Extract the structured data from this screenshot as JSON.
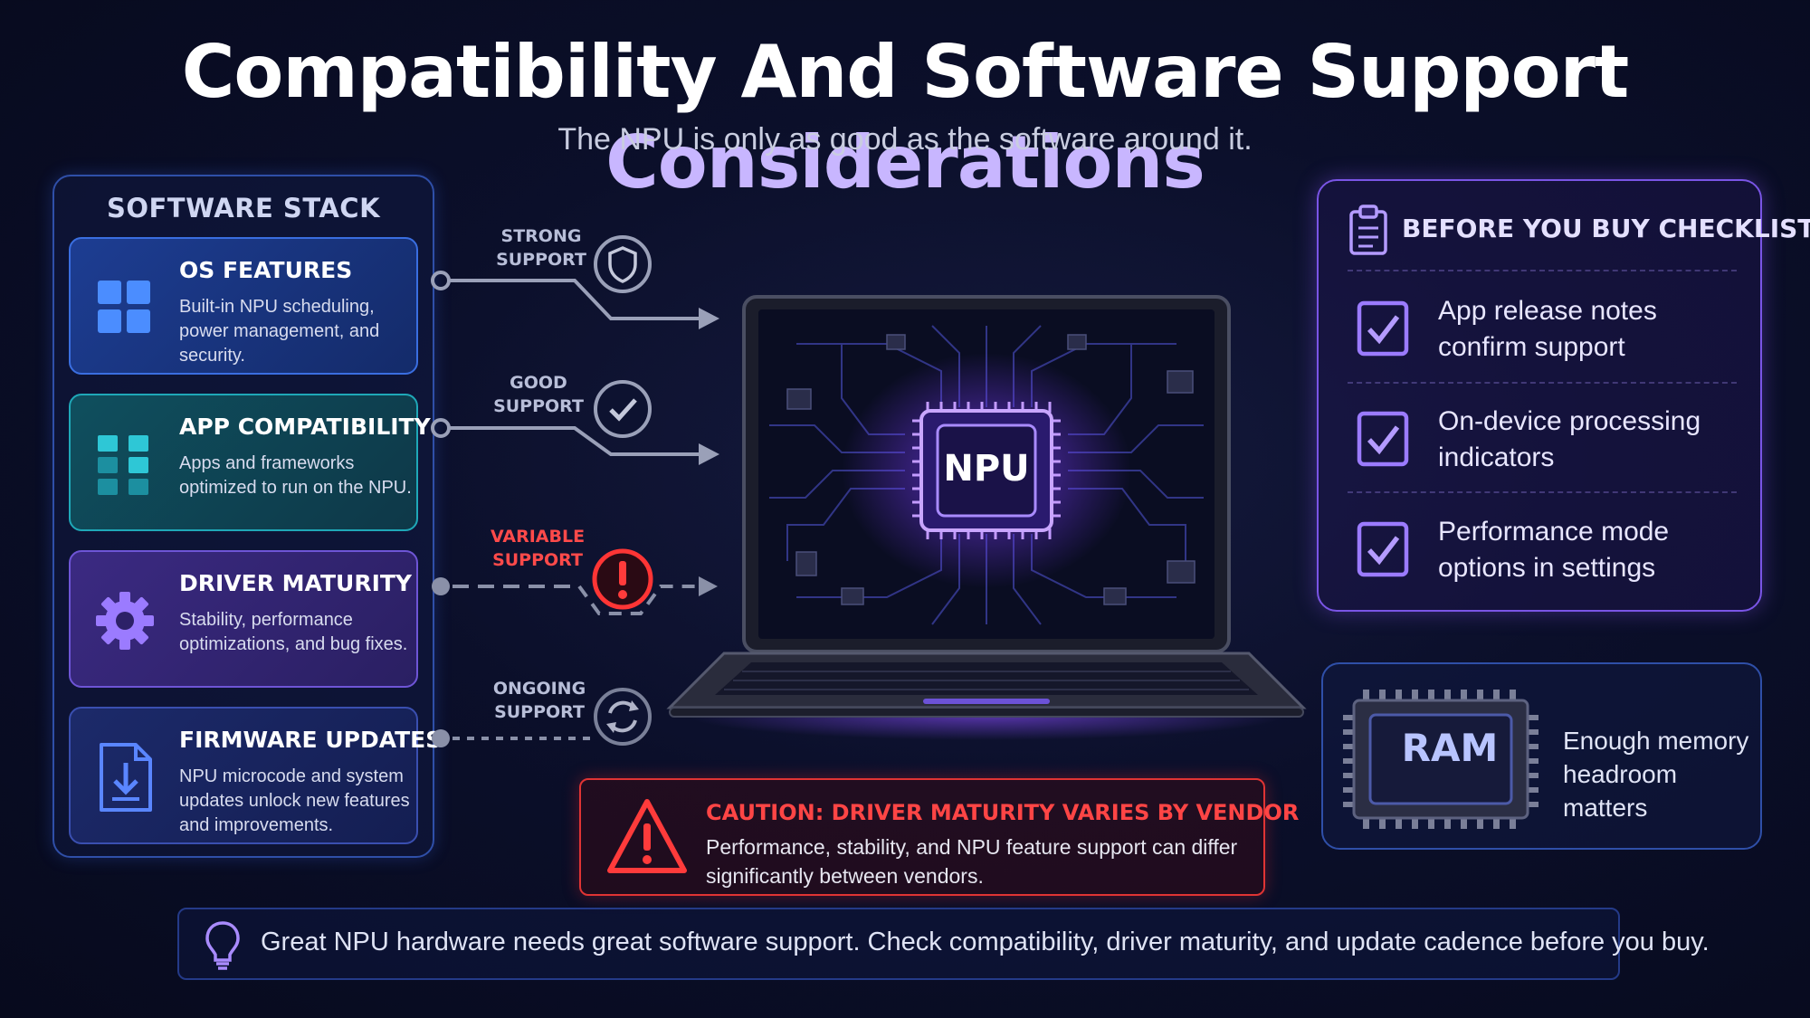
{
  "header": {
    "title_main": "Compatibility And Software Support ",
    "title_accent": "Considerations",
    "subtitle": "The NPU is only as good as the software around it."
  },
  "stack": {
    "title": "SOFTWARE STACK",
    "cards": [
      {
        "title": "OS FEATURES",
        "desc": "Built-in NPU scheduling, power management, and security.",
        "icon": "windows-grid-icon"
      },
      {
        "title": "APP COMPATIBILITY",
        "desc": "Apps and frameworks optimized to run on the NPU.",
        "icon": "apps-grid-icon"
      },
      {
        "title": "DRIVER MATURITY",
        "desc": "Stability, performance optimizations, and bug fixes.",
        "icon": "gear-icon"
      },
      {
        "title": "FIRMWARE UPDATES",
        "desc": "NPU microcode and system updates unlock new features and improvements.",
        "icon": "download-file-icon"
      }
    ]
  },
  "connectors": [
    {
      "label_1": "STRONG",
      "label_2": "SUPPORT",
      "icon": "shield-icon"
    },
    {
      "label_1": "GOOD",
      "label_2": "SUPPORT",
      "icon": "check-circle-icon"
    },
    {
      "label_1": "VARIABLE",
      "label_2": "SUPPORT",
      "icon": "exclamation-icon"
    },
    {
      "label_1": "ONGOING",
      "label_2": "SUPPORT",
      "icon": "refresh-icon"
    }
  ],
  "laptop": {
    "chip_label": "NPU"
  },
  "checklist": {
    "title": "BEFORE YOU BUY CHECKLIST",
    "items": [
      {
        "line1": "App release notes",
        "line2": "confirm support"
      },
      {
        "line1": "On-device processing",
        "line2": "indicators"
      },
      {
        "line1": "Performance mode",
        "line2": "options in settings"
      }
    ]
  },
  "ram": {
    "label": "RAM",
    "text": "Enough memory headroom matters"
  },
  "caution": {
    "title": "CAUTION: DRIVER MATURITY VARIES BY VENDOR",
    "text": "Performance, stability, and NPU feature support can differ significantly between vendors."
  },
  "footer": {
    "text": "Great NPU hardware needs great software support. Check compatibility, driver maturity, and update cadence before you buy."
  },
  "colors": {
    "accent_purple": "#c8b6ff",
    "caution_red": "#ff4545",
    "stack_blue": "#3a6ee0"
  }
}
